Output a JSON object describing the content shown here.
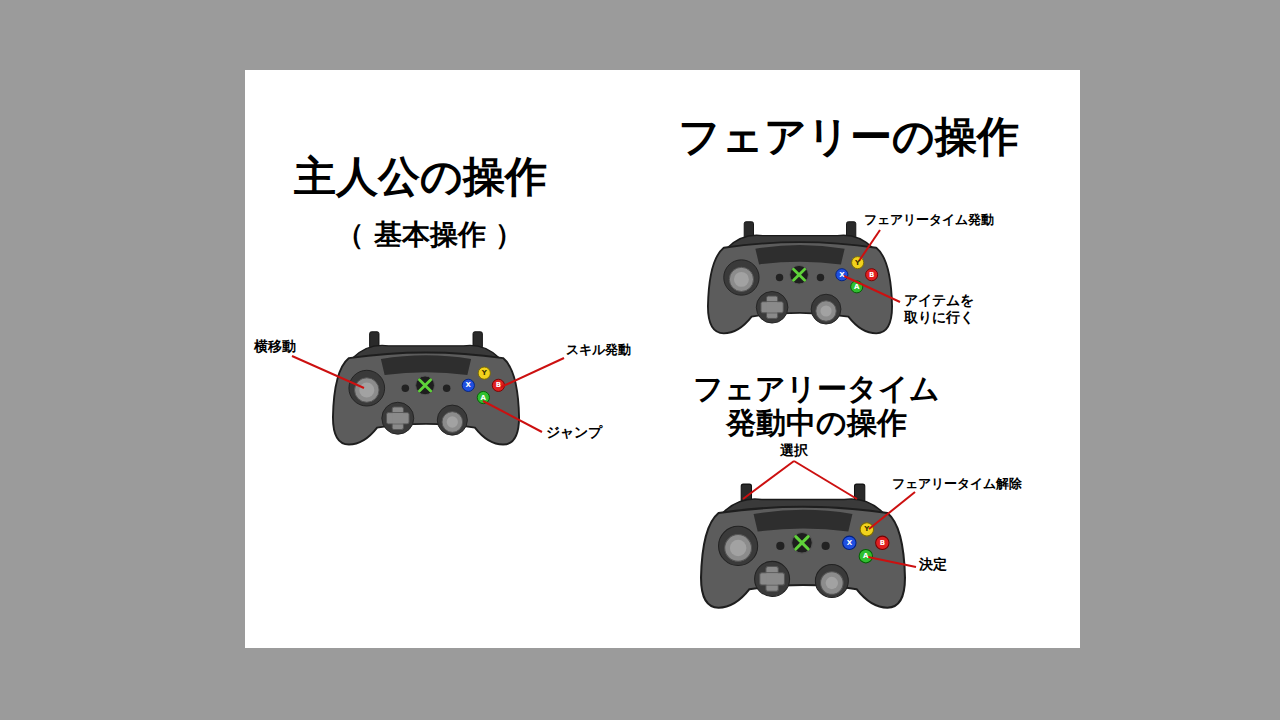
{
  "diagram": {
    "labels": [
      "主人公の操作",
      "（ 基本操作 ）",
      "横移動",
      "スキル発動",
      "ジャンプ",
      "Y",
      "B",
      "X",
      "A",
      "フェアリーの操作",
      "フェアリータイム発動",
      "アイテムを 取りに行く",
      "Y",
      "B",
      "X",
      "A",
      "フェアリータイム 発動中の操作",
      "選択",
      "フェアリータイム解除",
      "決定",
      "Y",
      "B",
      "X",
      "A"
    ]
  }
}
